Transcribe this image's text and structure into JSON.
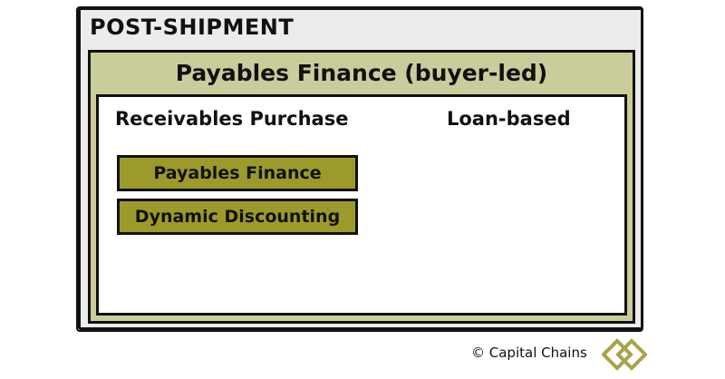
{
  "outer": {
    "title": "POST-SHIPMENT"
  },
  "inner": {
    "title": "Payables Finance (buyer-led)"
  },
  "columns": {
    "left": {
      "heading": "Receivables Purchase"
    },
    "right": {
      "heading": "Loan-based"
    }
  },
  "methods": [
    {
      "label": "Payables Finance"
    },
    {
      "label": "Dynamic Discounting"
    }
  ],
  "footer": {
    "copyright": "© Capital Chains"
  },
  "colors": {
    "frame_bg": "#ececec",
    "olive_light": "#cbcc9b",
    "olive_dark": "#9c9a2a",
    "logo": "#a7a44a"
  }
}
